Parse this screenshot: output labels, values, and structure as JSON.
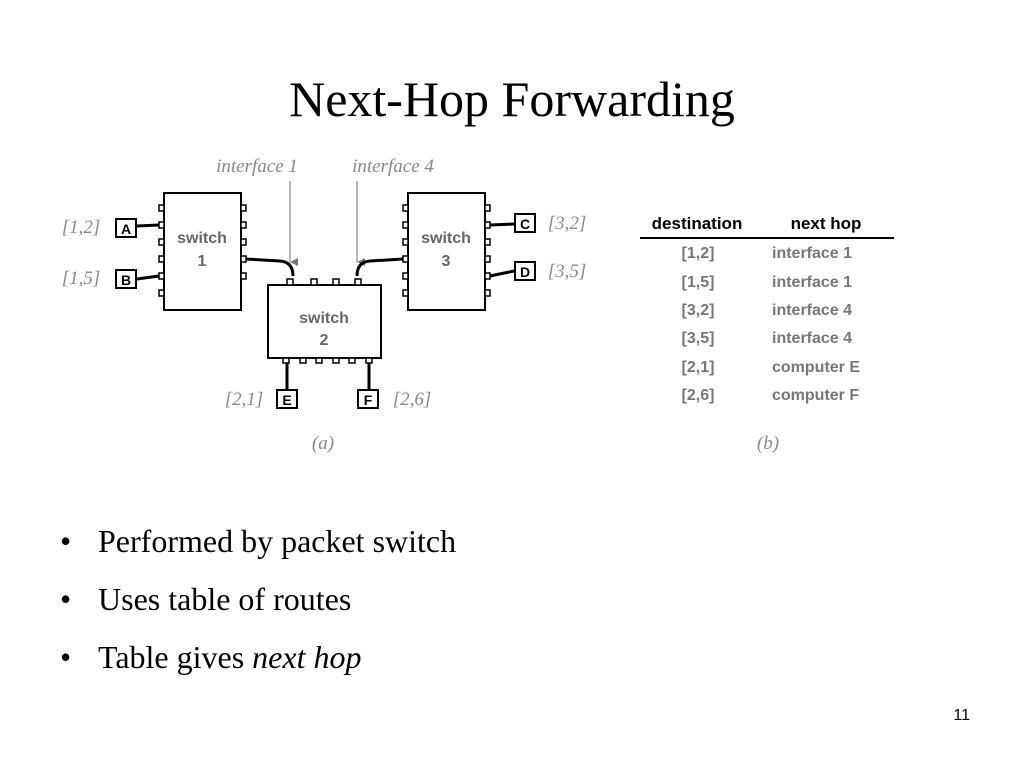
{
  "slide": {
    "title": "Next-Hop Forwarding",
    "page_number": "11"
  },
  "diagram_a": {
    "caption": "(a)",
    "interface_labels": [
      "interface 1",
      "interface 4"
    ],
    "switches": [
      {
        "line1": "switch",
        "line2": "1"
      },
      {
        "line1": "switch",
        "line2": "2"
      },
      {
        "line1": "switch",
        "line2": "3"
      }
    ],
    "computers": [
      {
        "letter": "A",
        "address": "[1,2]"
      },
      {
        "letter": "B",
        "address": "[1,5]"
      },
      {
        "letter": "C",
        "address": "[3,2]"
      },
      {
        "letter": "D",
        "address": "[3,5]"
      },
      {
        "letter": "E",
        "address": "[2,1]"
      },
      {
        "letter": "F",
        "address": "[2,6]"
      }
    ]
  },
  "diagram_b": {
    "caption": "(b)",
    "headers": {
      "destination": "destination",
      "next_hop": "next hop"
    },
    "rows": [
      {
        "destination": "[1,2]",
        "next_hop": "interface 1"
      },
      {
        "destination": "[1,5]",
        "next_hop": "interface 1"
      },
      {
        "destination": "[3,2]",
        "next_hop": "interface 4"
      },
      {
        "destination": "[3,5]",
        "next_hop": "interface 4"
      },
      {
        "destination": "[2,1]",
        "next_hop": "computer E"
      },
      {
        "destination": "[2,6]",
        "next_hop": "computer F"
      }
    ]
  },
  "bullets": {
    "b1": "Performed by packet switch",
    "b2": "Uses table of routes",
    "b3_text": "Table gives ",
    "b3_emph": "next hop",
    "bullet_char": "•"
  }
}
